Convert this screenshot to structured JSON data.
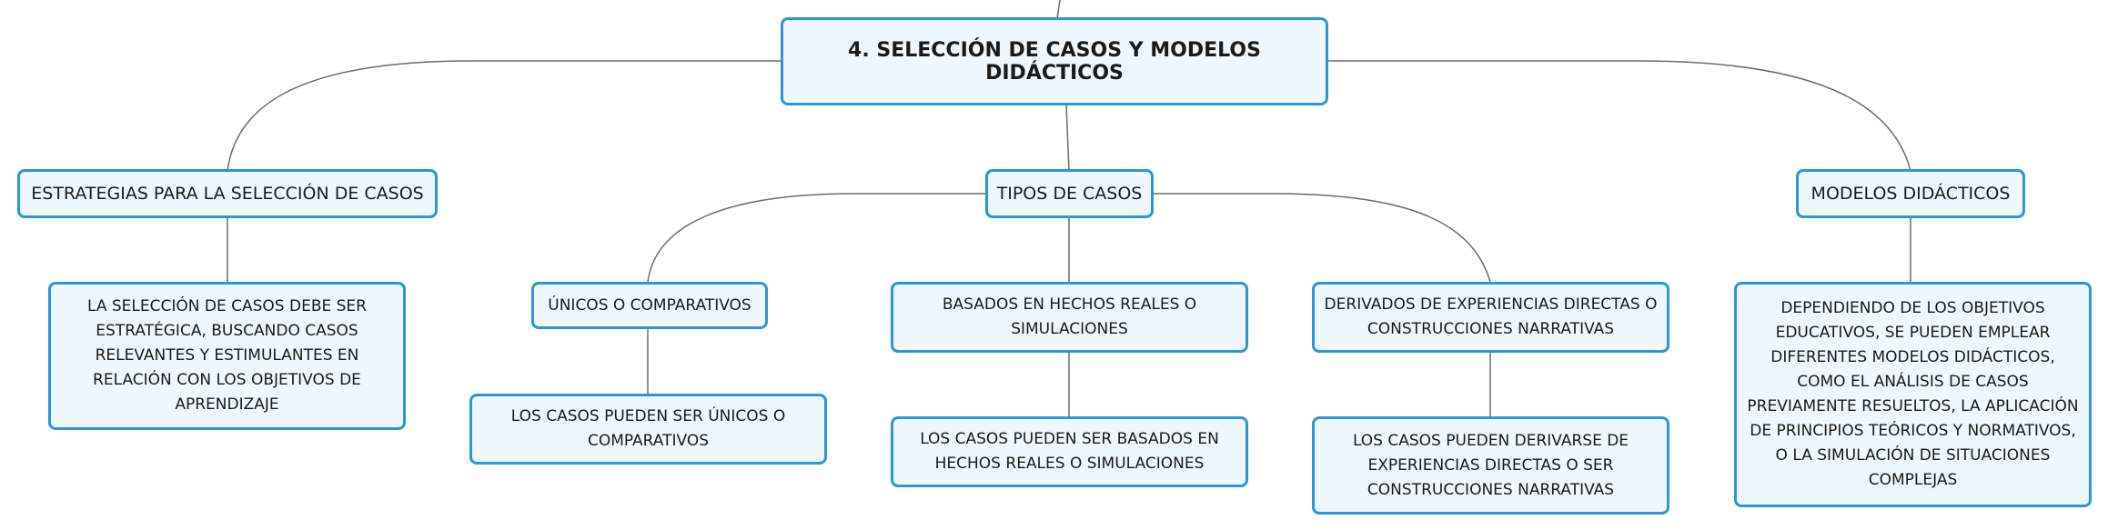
{
  "root": {
    "title": "4. SELECCIÓN DE CASOS Y MODELOS DIDÁCTICOS"
  },
  "branches": {
    "estrategias": {
      "title": "ESTRATEGIAS PARA LA SELECCIÓN DE CASOS",
      "detail": "LA SELECCIÓN DE CASOS DEBE SER ESTRATÉGICA, BUSCANDO CASOS RELEVANTES Y ESTIMULANTES EN RELACIÓN CON LOS OBJETIVOS DE APRENDIZAJE"
    },
    "tipos": {
      "title": "TIPOS DE CASOS",
      "subtopics": [
        {
          "title": "ÚNICOS O COMPARATIVOS",
          "detail": "LOS CASOS PUEDEN SER ÚNICOS O COMPARATIVOS"
        },
        {
          "title": "BASADOS EN HECHOS REALES O SIMULACIONES",
          "detail": "LOS CASOS PUEDEN SER BASADOS EN HECHOS REALES O SIMULACIONES"
        },
        {
          "title": "DERIVADOS DE EXPERIENCIAS DIRECTAS O CONSTRUCCIONES NARRATIVAS",
          "detail": "LOS CASOS PUEDEN DERIVARSE DE EXPERIENCIAS DIRECTAS O SER CONSTRUCCIONES NARRATIVAS"
        }
      ]
    },
    "modelos": {
      "title": "MODELOS DIDÁCTICOS",
      "detail": "DEPENDIENDO DE LOS OBJETIVOS EDUCATIVOS, SE PUEDEN EMPLEAR DIFERENTES MODELOS DIDÁCTICOS, COMO EL ANÁLISIS DE CASOS PREVIAMENTE RESUELTOS, LA APLICACIÓN DE PRINCIPIOS TEÓRICOS Y NORMATIVOS, O LA SIMULACIÓN DE SITUACIONES COMPLEJAS"
    }
  },
  "colors": {
    "node_border": "#2b97d4",
    "node_fill": "#eef7fd",
    "connector": "#6b6b6b"
  }
}
